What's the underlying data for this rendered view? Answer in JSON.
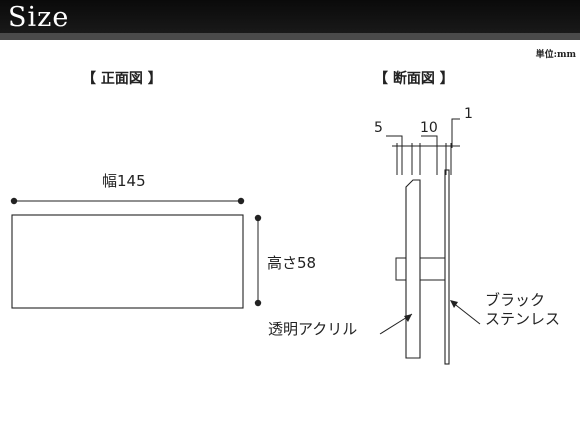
{
  "header": {
    "title": "Size"
  },
  "unit": "単位:mm",
  "front_view": {
    "caption": "【 正面図 】",
    "width_label": "幅145",
    "height_label": "高さ58"
  },
  "section_view": {
    "caption": "【 断面図 】",
    "dim_labels": {
      "a": "5",
      "b": "10",
      "c": "1"
    },
    "material_acrylic": "透明アクリル",
    "material_stainless_line1": "ブラック",
    "material_stainless_line2": "ステンレス"
  },
  "colors": {
    "header_bg": "#111111",
    "header_strip": "#4a4a4a",
    "line": "#222222"
  }
}
